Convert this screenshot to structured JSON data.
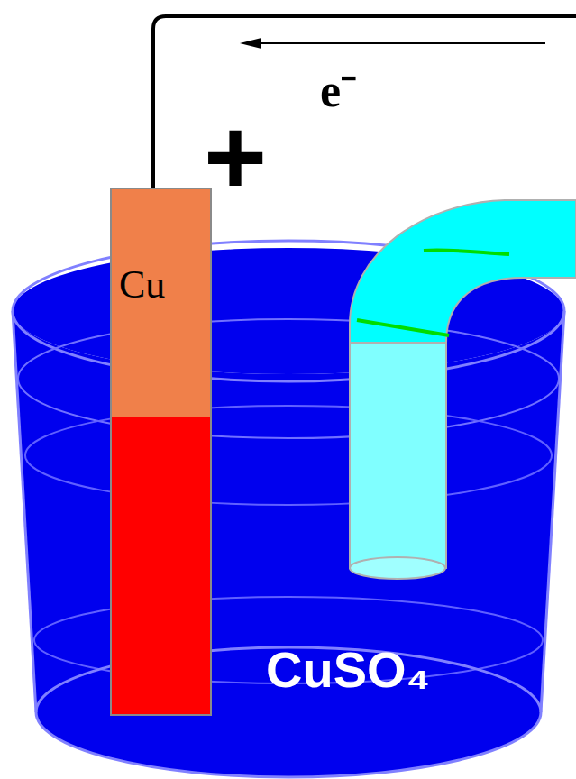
{
  "diagram": {
    "nodes": [
      {
        "text": [
          "CuSO₄"
        ]
      },
      {
        "text": [
          "Cu"
        ]
      }
    ],
    "labels": [
      "e⁻",
      "+"
    ]
  }
}
